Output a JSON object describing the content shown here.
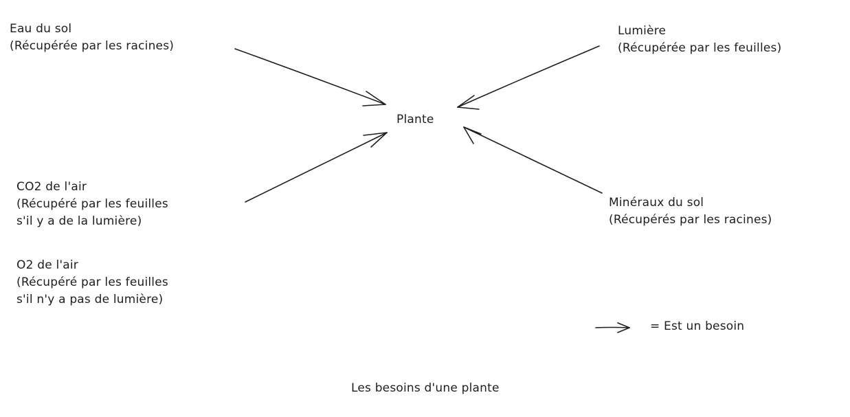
{
  "diagram": {
    "center": {
      "label": "Plante"
    },
    "nodes": [
      {
        "id": "eau",
        "lines": [
          "Eau du sol",
          "(Récupérée par les racines)"
        ]
      },
      {
        "id": "lumiere",
        "lines": [
          "Lumière",
          "(Récupérée par les feuilles)"
        ]
      },
      {
        "id": "co2",
        "lines": [
          "CO2 de l'air",
          "(Récupéré par les feuilles",
          "s'il y a de la lumière)"
        ]
      },
      {
        "id": "mineraux",
        "lines": [
          "Minéraux du sol",
          "(Récupérés par les racines)"
        ]
      },
      {
        "id": "o2",
        "lines": [
          "O2 de l'air",
          "(Récupéré par les feuilles",
          "s'il n'y a pas de lumière)"
        ]
      }
    ],
    "edges": [
      {
        "from": "eau",
        "to": "Plante"
      },
      {
        "from": "lumiere",
        "to": "Plante"
      },
      {
        "from": "co2",
        "to": "Plante"
      },
      {
        "from": "mineraux",
        "to": "Plante"
      }
    ],
    "legend": {
      "text": "= Est un besoin"
    },
    "caption": "Les besoins d'une plante"
  },
  "colors": {
    "ink": "#1e1e1e",
    "background": "#ffffff"
  }
}
